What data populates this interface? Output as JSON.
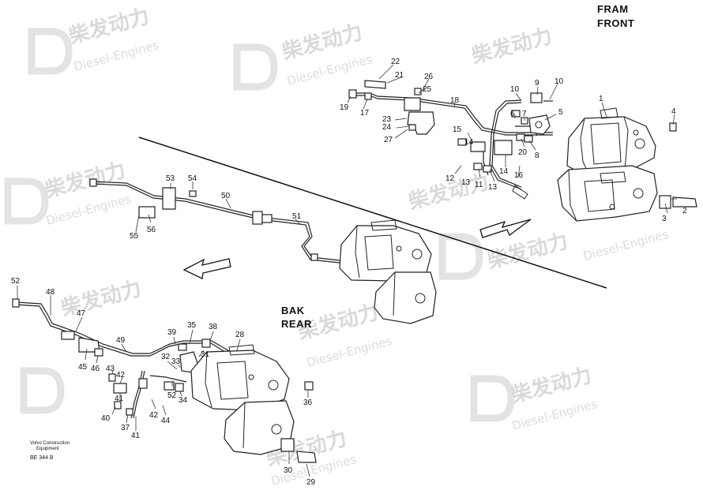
{
  "headings": {
    "front_line1": "FRAM",
    "front_line2": "FRONT",
    "rear_line1": "BAK",
    "rear_line2": "REAR"
  },
  "footer": {
    "maker_line1": "Volvo Construction",
    "maker_line2": "Equipment",
    "code": "BE 344 B"
  },
  "watermark": {
    "title": "柴发动力",
    "subtitle": "Diesel-Engines"
  },
  "callouts": {
    "c1": "1",
    "c2": "2",
    "c3": "3",
    "c4": "4",
    "c5": "5",
    "c6": "6",
    "c7": "7",
    "c8": "8",
    "c9": "9",
    "c10a": "10",
    "c10b": "10",
    "c11": "11",
    "c12": "12",
    "c13a": "13",
    "c13b": "13",
    "c14a": "14",
    "c14b": "14",
    "c15": "15",
    "c16": "16",
    "c17": "17",
    "c18": "18",
    "c19": "19",
    "c20": "20",
    "c21": "21",
    "c22": "22",
    "c23": "23",
    "c24": "24",
    "c25": "25",
    "c26": "26",
    "c27": "27",
    "c28": "28",
    "c29": "29",
    "c30": "30",
    "c31": "31",
    "c32": "32",
    "c33": "33",
    "c34": "34",
    "c35": "35",
    "c36": "36",
    "c37": "37",
    "c38": "38",
    "c39": "39",
    "c40": "40",
    "c41": "41",
    "c42a": "42",
    "c42b": "42",
    "c43": "43",
    "c44": "44",
    "c45": "45",
    "c46": "46",
    "c47": "47",
    "c48": "48",
    "c49": "49",
    "c50": "50",
    "c51": "51",
    "c52a": "52",
    "c52b": "52",
    "c53": "53",
    "c54": "54",
    "c55": "55",
    "c56": "56"
  }
}
